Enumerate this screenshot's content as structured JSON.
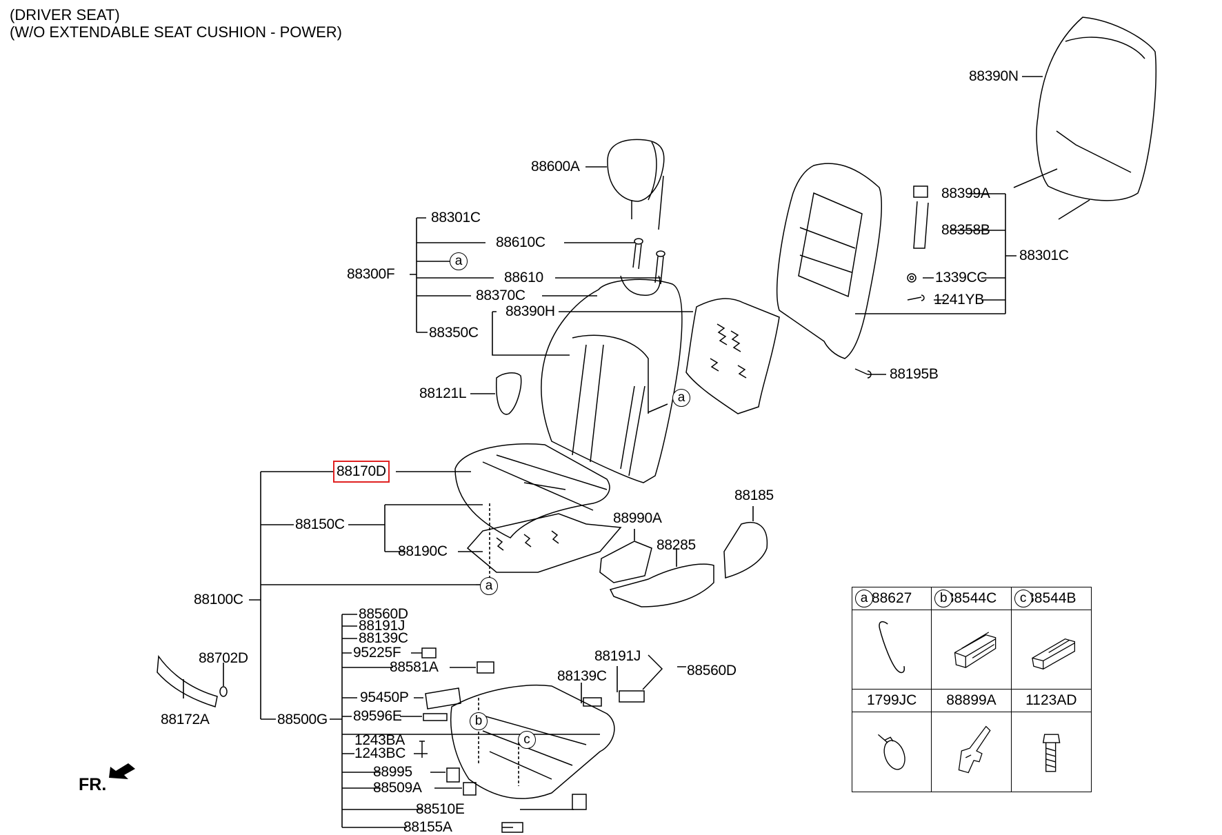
{
  "title": {
    "line1": "(DRIVER SEAT)",
    "line2": "(W/O EXTENDABLE SEAT CUSHION - POWER)"
  },
  "highlight_color": "#e02020",
  "labels": {
    "p88390N": "88390N",
    "p88600A": "88600A",
    "p88399A": "88399A",
    "p88301C_top": "88301C",
    "p88610C": "88610C",
    "p88358B": "88358B",
    "p88301C_right": "88301C",
    "p88300F": "88300F",
    "p88610": "88610",
    "p1339CC": "1339CC",
    "p88370C": "88370C",
    "p1241YB": "1241YB",
    "p88390H": "88390H",
    "p88350C": "88350C",
    "p88195B": "88195B",
    "p88121L": "88121L",
    "p88170D": "88170D",
    "p88185": "88185",
    "p88990A": "88990A",
    "p88150C": "88150C",
    "p88285": "88285",
    "p88190C": "88190C",
    "p88100C": "88100C",
    "p88560D_list": "88560D",
    "p88191J_list": "88191J",
    "p88139C_list": "88139C",
    "p95225F": "95225F",
    "p88702D": "88702D",
    "p88581A": "88581A",
    "p88191J": "88191J",
    "p88560D": "88560D",
    "p88139C": "88139C",
    "p95450P": "95450P",
    "p88172A": "88172A",
    "p89596E": "89596E",
    "p88500G": "88500G",
    "p1243BA": "1243BA",
    "p1243BC": "1243BC",
    "p88995": "88995",
    "p88509A": "88509A",
    "p88510E": "88510E",
    "p88155A": "88155A"
  },
  "refs": {
    "a": "a",
    "b": "b",
    "c": "c"
  },
  "legend": {
    "cells": [
      {
        "ref": "a",
        "part": "88627",
        "icon": "wire-hook"
      },
      {
        "ref": "b",
        "part": "88544C",
        "icon": "clip-double"
      },
      {
        "ref": "c",
        "part": "88544B",
        "icon": "clip-single"
      },
      {
        "ref": "",
        "part": "1799JC",
        "icon": "cable-tie"
      },
      {
        "ref": "",
        "part": "88899A",
        "icon": "bracket"
      },
      {
        "ref": "",
        "part": "1123AD",
        "icon": "bolt"
      }
    ]
  },
  "front_indicator": {
    "label": "FR."
  }
}
